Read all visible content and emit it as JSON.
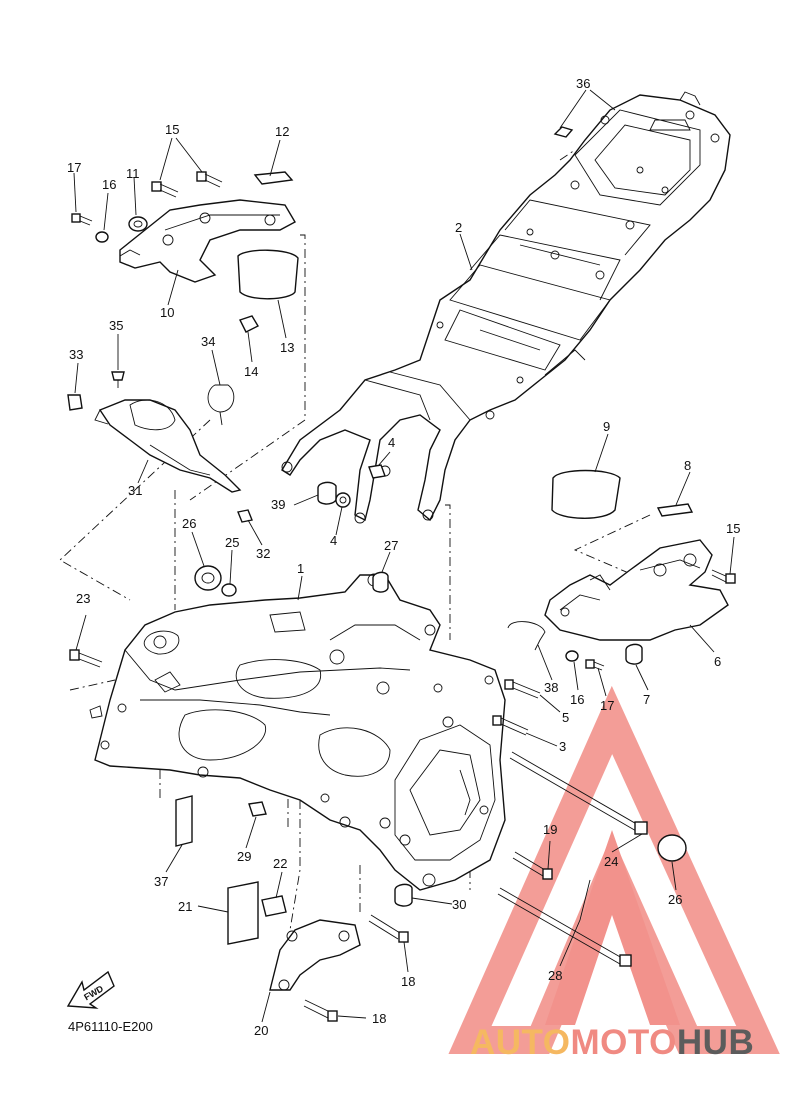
{
  "diagram_code": "4P61110-E200",
  "fwd_label": "FWD",
  "watermark": {
    "parts": [
      "AUTO",
      "MOTO",
      "HUB"
    ],
    "colors": [
      "#f5b861",
      "#f08a82",
      "#5c5c5c"
    ],
    "logo_color": "#f07f78"
  },
  "callouts": [
    "36",
    "2",
    "15",
    "12",
    "17",
    "16",
    "11",
    "10",
    "13",
    "14",
    "35",
    "34",
    "33",
    "31",
    "4",
    "39",
    "4",
    "9",
    "8",
    "15",
    "26",
    "25",
    "32",
    "27",
    "1",
    "23",
    "6",
    "38",
    "16",
    "17",
    "7",
    "5",
    "3",
    "24",
    "26",
    "19",
    "37",
    "29",
    "22",
    "21",
    "30",
    "18",
    "28",
    "20",
    "18"
  ]
}
